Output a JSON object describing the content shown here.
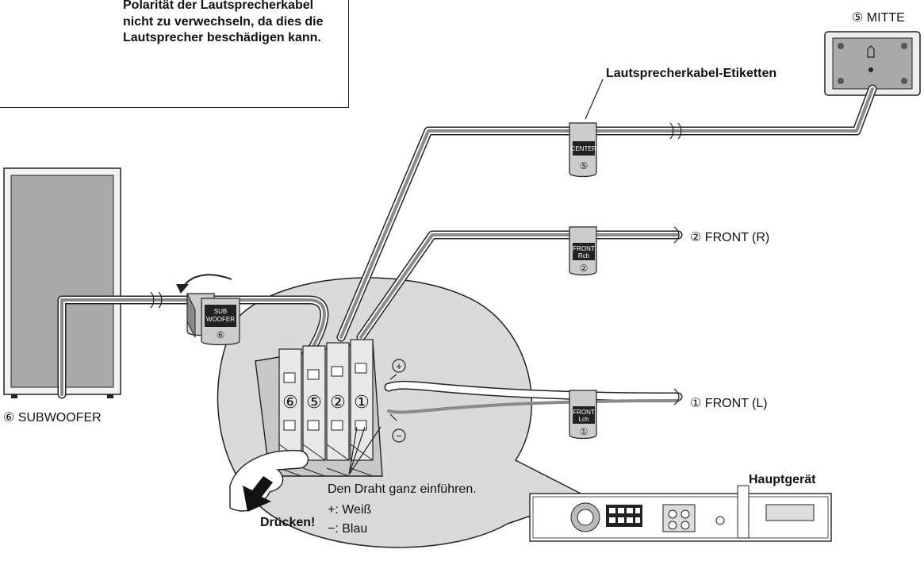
{
  "warning": {
    "text": "Polarität der Lautsprecherkabel nicht zu verwechseln, da dies die Lautsprecher beschädigen kann."
  },
  "labels": {
    "center_speaker": "⑤ MITTE",
    "cable_labels": "Lautsprecherkabel-Etiketten",
    "front_r": "② FRONT (R)",
    "front_l": "① FRONT (L)",
    "subwoofer": "⑥ SUBWOOFER",
    "main_unit": "Hauptgerät",
    "insert_wire": "Den Draht ganz einführen.",
    "plus_white": "+: Weiß",
    "minus_blue": "−: Blau",
    "press": "Drücken!",
    "plus_symbol": "+",
    "minus_symbol": "−"
  },
  "tags": {
    "center": {
      "line1": "CENTER",
      "line2": "",
      "num": "⑤"
    },
    "front_r": {
      "line1": "FRONT",
      "line2": "Rch",
      "num": "②"
    },
    "front_l": {
      "line1": "FRONT",
      "line2": "Lch",
      "num": "①"
    },
    "sub": {
      "line1": "SUB",
      "line2": "WOOFER",
      "num": "⑥"
    }
  },
  "terminal_numbers": [
    "⑥",
    "⑤",
    "②",
    "①"
  ],
  "colors": {
    "wire_white": "#ffffff",
    "wire_gray": "#8a8a8a",
    "outline": "#222222",
    "callout_fill": "#dadada",
    "speaker_fill": "#a9a9a9"
  }
}
